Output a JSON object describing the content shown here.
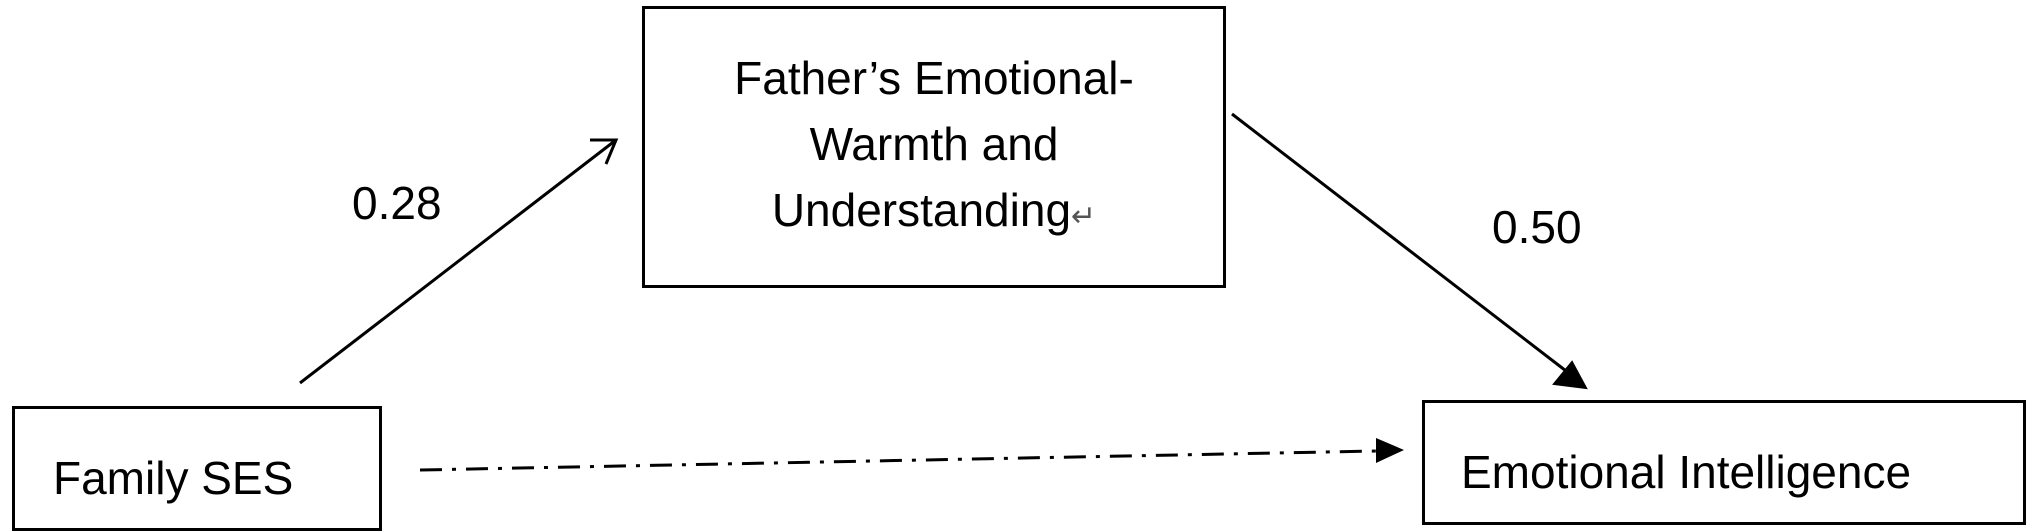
{
  "diagram": {
    "mediator": {
      "lines": [
        "Father’s Emotional-",
        "Warmth and",
        "Understanding"
      ],
      "return_mark": "↵"
    },
    "predictor": {
      "label": "Family SES"
    },
    "outcome": {
      "label": "Emotional Intelligence"
    },
    "paths": {
      "a": {
        "coefficient": "0.28"
      },
      "b": {
        "coefficient": "0.50"
      },
      "c": {
        "style": "dash-dot"
      }
    }
  }
}
